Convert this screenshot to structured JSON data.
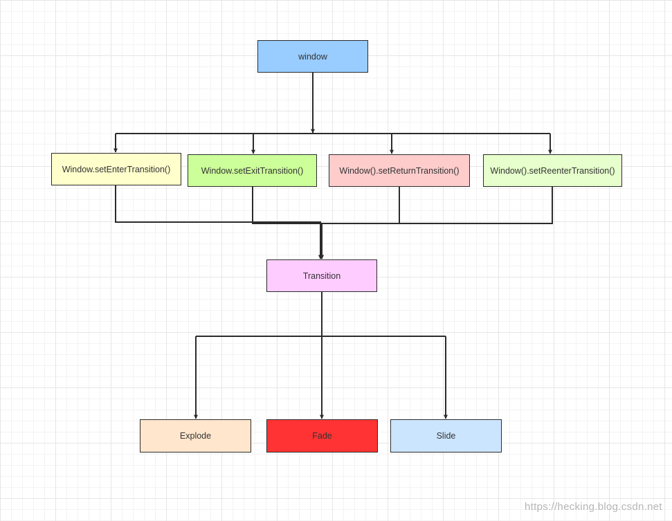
{
  "diagram": {
    "nodes": [
      {
        "id": "window",
        "label": "window",
        "fill": "#99ccff"
      },
      {
        "id": "enter",
        "label": "Window.setEnterTransition()",
        "fill": "#ffffcc"
      },
      {
        "id": "exit",
        "label": "Window.setExitTransition()",
        "fill": "#ccff99"
      },
      {
        "id": "return",
        "label": "Window().setReturnTransition()",
        "fill": "#ffcccc"
      },
      {
        "id": "reenter",
        "label": "Window().setReenterTransition()",
        "fill": "#e6ffcc"
      },
      {
        "id": "transition",
        "label": "Transition",
        "fill": "#ffccff"
      },
      {
        "id": "explode",
        "label": "Explode",
        "fill": "#ffe6cc"
      },
      {
        "id": "fade",
        "label": "Fade",
        "fill": "#ff3333"
      },
      {
        "id": "slide",
        "label": "Slide",
        "fill": "#cce5ff"
      }
    ],
    "edges": [
      {
        "from": "window",
        "to": "enter"
      },
      {
        "from": "window",
        "to": "exit"
      },
      {
        "from": "window",
        "to": "return"
      },
      {
        "from": "window",
        "to": "reenter"
      },
      {
        "from": "enter",
        "to": "transition"
      },
      {
        "from": "exit",
        "to": "transition"
      },
      {
        "from": "return",
        "to": "transition"
      },
      {
        "from": "reenter",
        "to": "transition"
      },
      {
        "from": "transition",
        "to": "explode"
      },
      {
        "from": "transition",
        "to": "fade"
      },
      {
        "from": "transition",
        "to": "slide"
      }
    ]
  },
  "watermark": "https://hecking.blog.csdn.net"
}
